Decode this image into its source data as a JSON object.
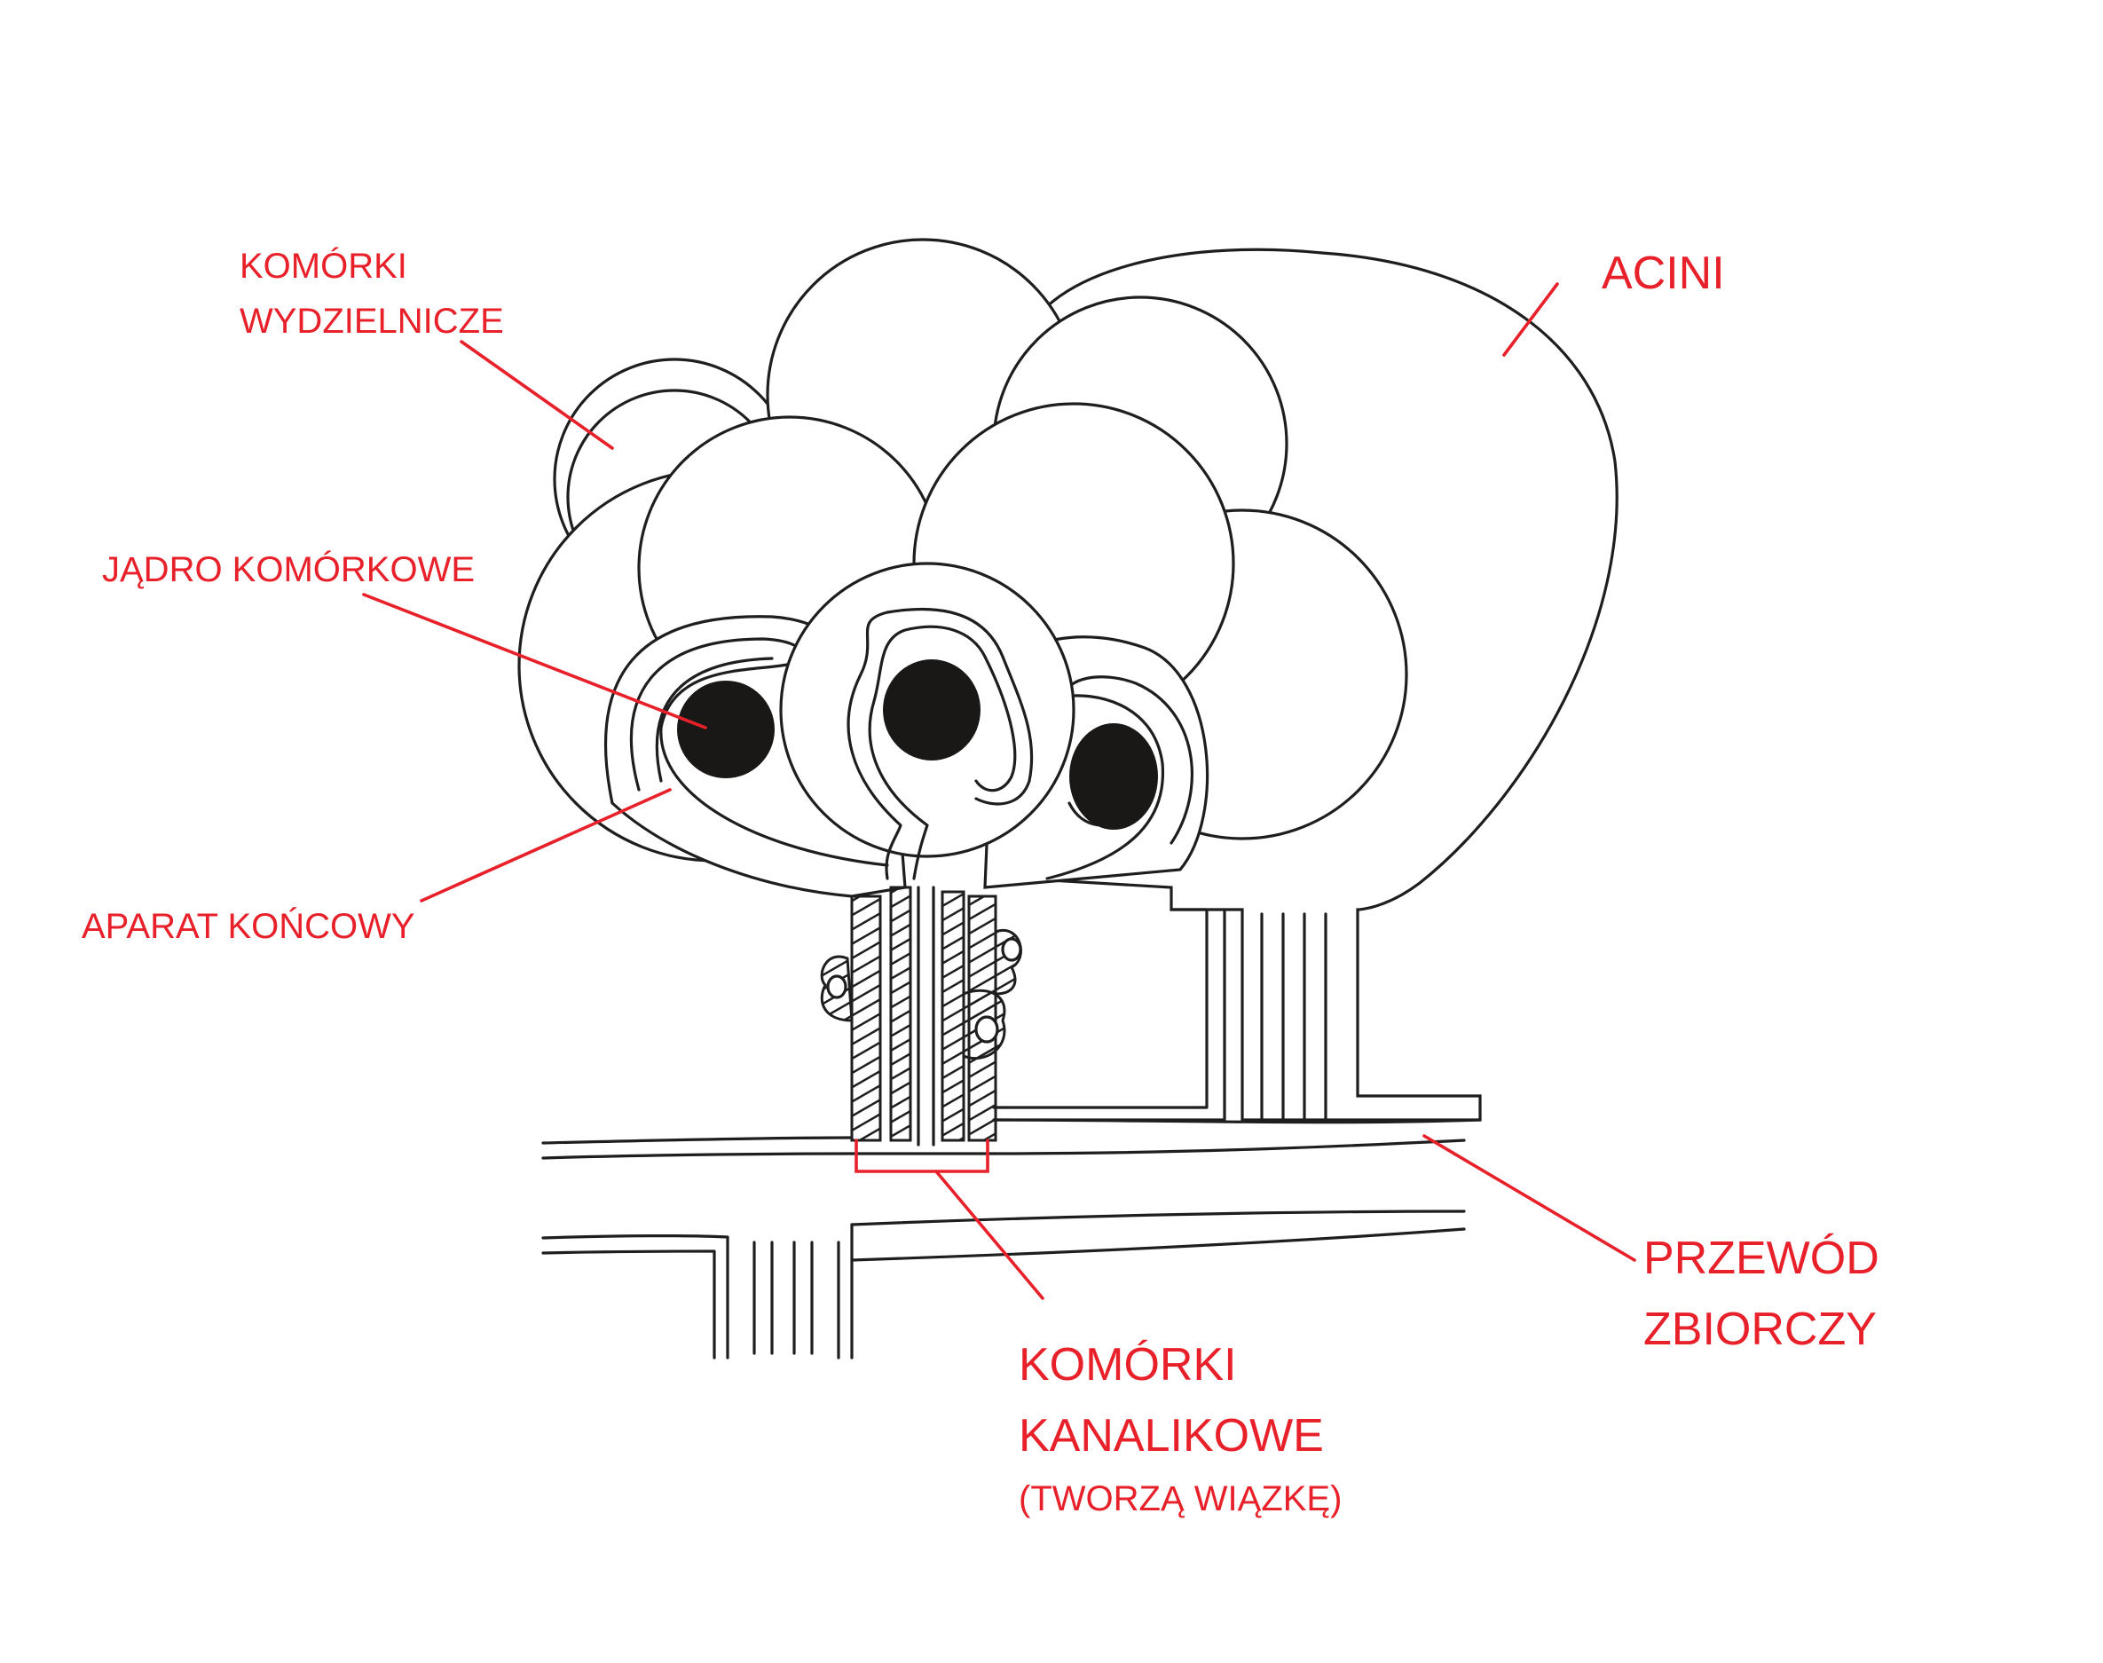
{
  "colors": {
    "label": "#e8202a",
    "ink": "#1e1e1e",
    "nucleus": "#1a1817",
    "background": "#ffffff"
  },
  "labels": {
    "secretory_cells": [
      "KOMÓRKI",
      "WYDZIELNICZE"
    ],
    "acini": "ACINI",
    "cell_nucleus": "JĄDRO KOMÓRKOWE",
    "terminal_apparatus": "APARAT KOŃCOWY",
    "collecting_duct": [
      "PRZEWÓD",
      "ZBIORCZY"
    ],
    "canal_cells": [
      "KOMÓRKI",
      "KANALIKOWE"
    ],
    "canal_cells_note": "(TWORZĄ WIĄZKĘ)"
  }
}
